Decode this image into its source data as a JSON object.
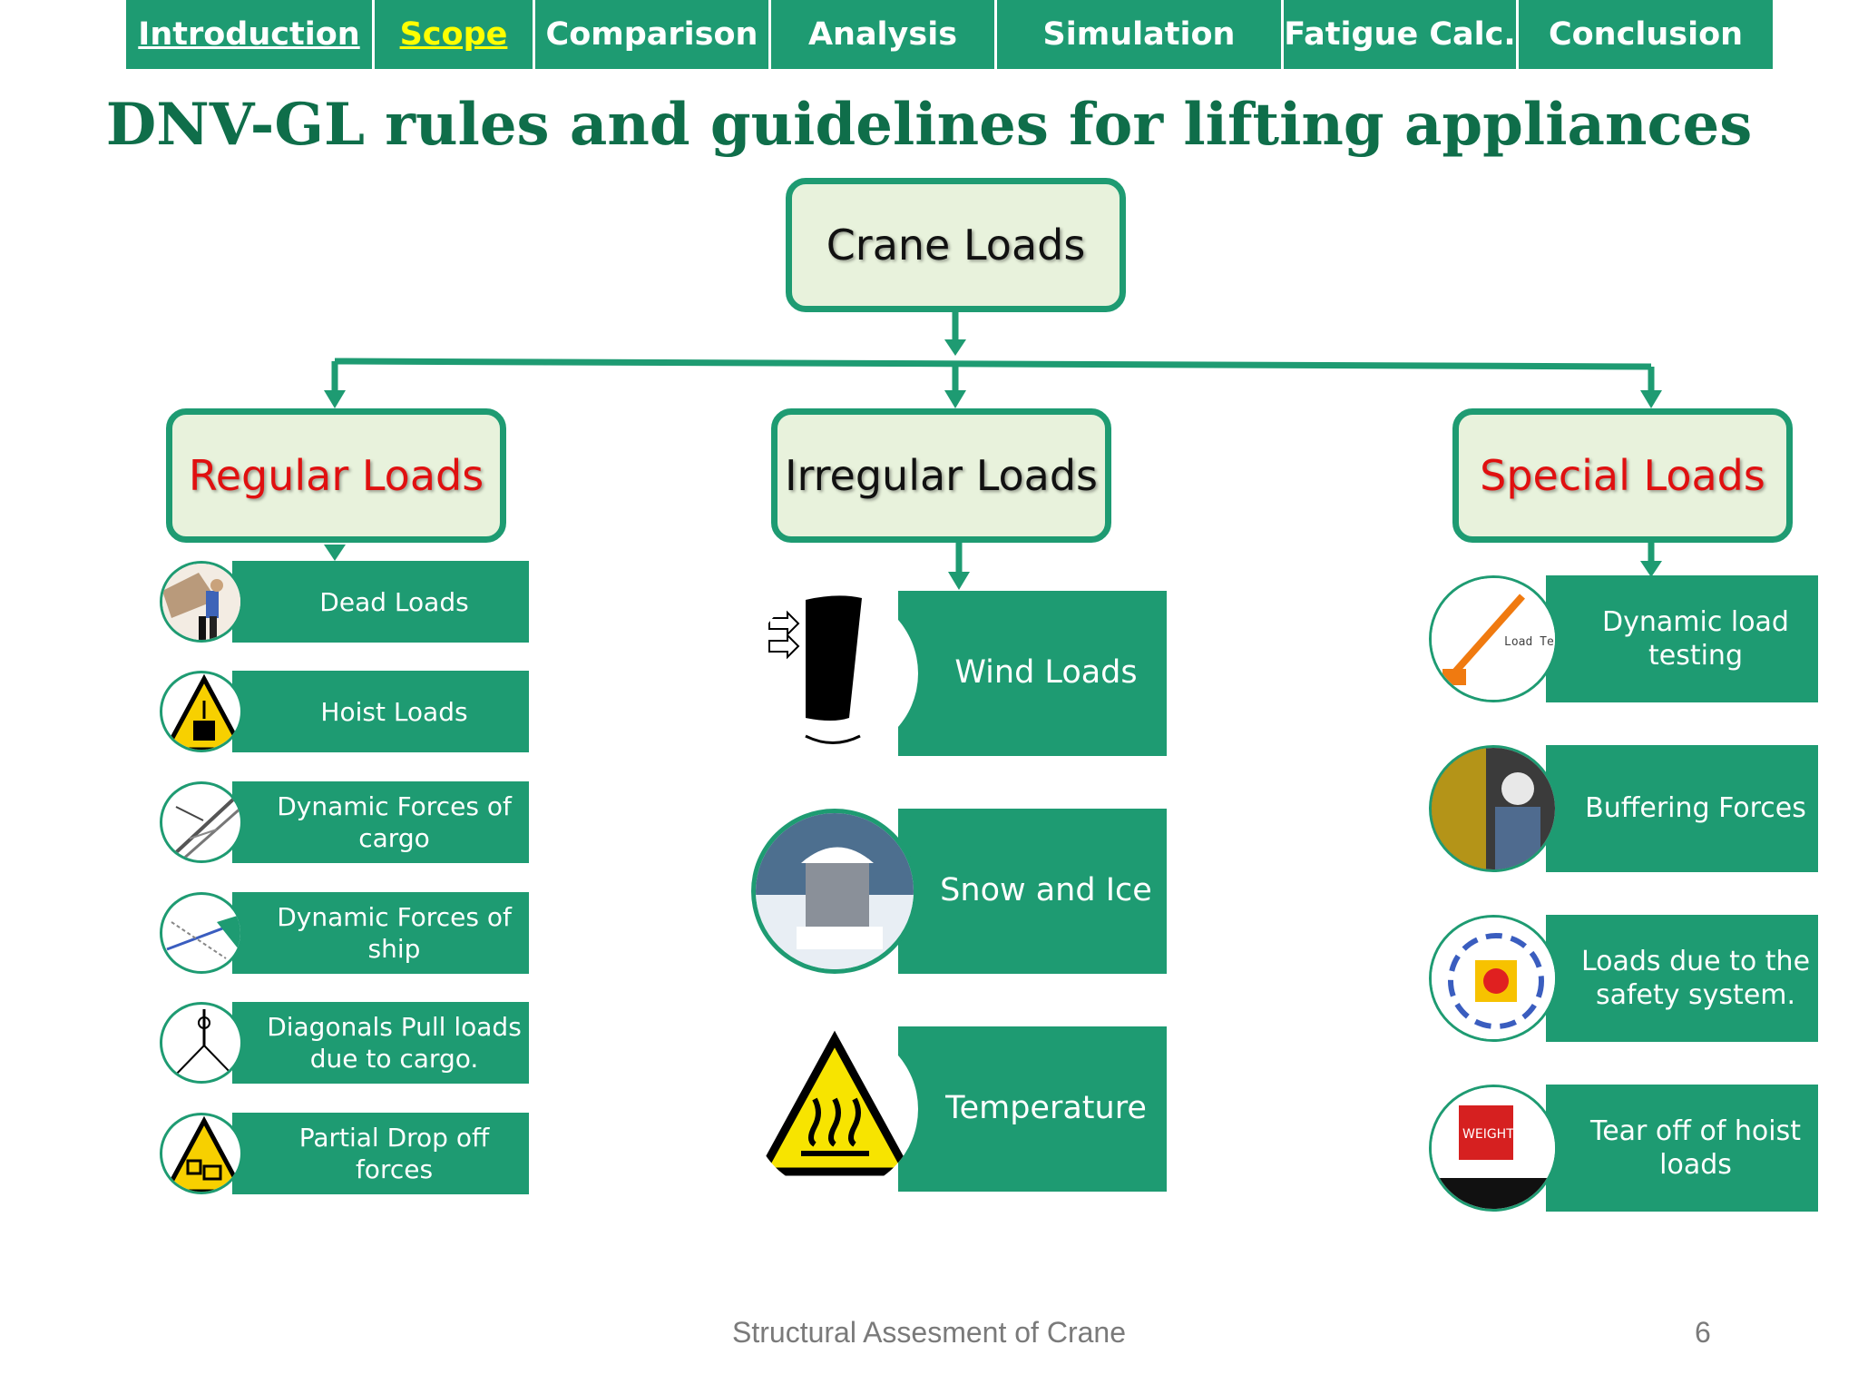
{
  "nav": {
    "items": [
      {
        "label": "Introduction"
      },
      {
        "label": "Scope"
      },
      {
        "label": "Comparison"
      },
      {
        "label": "Analysis"
      },
      {
        "label": "Simulation"
      },
      {
        "label": "Fatigue Calc."
      },
      {
        "label": "Conclusion"
      }
    ]
  },
  "slide": {
    "title": "DNV-GL rules and guidelines for lifting appliances",
    "root": "Crane Loads",
    "regular": {
      "label": "Regular Loads",
      "items": [
        "Dead Loads",
        "Hoist Loads",
        "Dynamic Forces of cargo",
        "Dynamic Forces of ship",
        "Diagonals Pull loads due to cargo.",
        "Partial Drop off forces"
      ]
    },
    "irregular": {
      "label": "Irregular Loads",
      "items": [
        "Wind Loads",
        "Snow and Ice",
        "Temperature"
      ]
    },
    "special": {
      "label": "Special Loads",
      "items": [
        "Dynamic load testing",
        "Buffering Forces",
        "Loads due to the safety system.",
        "Tear off of hoist loads"
      ]
    },
    "icon_labels": {
      "load_test": "Load Te",
      "weight": "WEIGHT"
    }
  },
  "footer": {
    "text": "Structural Assesment of Crane",
    "page": "6"
  },
  "colors": {
    "accent": "#1e9b72",
    "box_fill": "#e8f2dc",
    "title": "#0f6e4a",
    "red_label": "#e01010",
    "current_nav": "#ffff00"
  }
}
